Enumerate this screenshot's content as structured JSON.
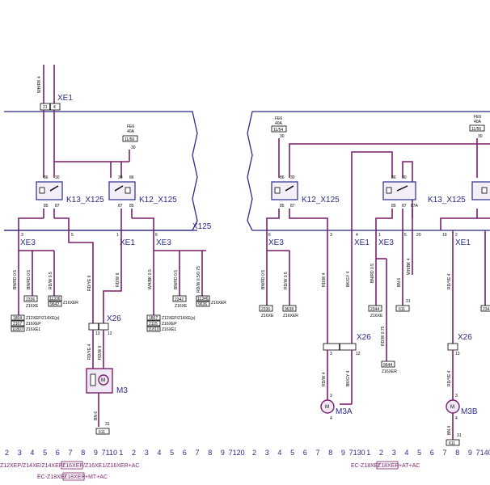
{
  "top_labels": {
    "xe1_top": "XE1",
    "xe1_pin_a": "21",
    "xe1_pin_b": "4",
    "wire_top": "WH/RK 4"
  },
  "left_panel": {
    "connector": "X125",
    "fuse": {
      "name": "FE6",
      "rating": "40A",
      "box": "11/56",
      "pin": "30"
    },
    "relay_a": {
      "name": "K13_X125",
      "pins": [
        "86",
        "30",
        "85",
        "87"
      ]
    },
    "relay_b": {
      "name": "K12_X125",
      "pins": [
        "30",
        "86",
        "87",
        "85"
      ]
    },
    "xe3_left": "XE3",
    "xe1_mid": "XE1",
    "xe3_right": "XE3",
    "pins_row": [
      "3",
      "5",
      "1",
      "6"
    ],
    "wires": [
      "BN/RD 0.5",
      "BN/RD 0.5",
      "RD/W 0.5",
      "RD/YE 6",
      "RD/W 6",
      "WH/BK 0.5",
      "BN/RD 0.5",
      "RD/W 0.5/0.75"
    ],
    "boxes_left": [
      "1804",
      "2107",
      "11807"
    ],
    "boxes_left_labels": [
      "Z12XEP/Z14XE(p)",
      "Z16XEP",
      "Z16XE1"
    ],
    "box_2336": "2336",
    "box_2336_lbl": "Z16XE",
    "box_11336": "11336",
    "box_9642": "9642",
    "box_11336_lbl": "Z16XER",
    "x26": "X26",
    "x26_pins": [
      "13",
      "12"
    ],
    "wire_m": [
      "RD/YE 4",
      "RD/W 6"
    ],
    "motor": "M3",
    "wire_bn": "BN 6",
    "ground_num": "31",
    "ground_box": "611",
    "boxes_right": [
      "1807",
      "2115",
      "11810"
    ],
    "boxes_right_labels": [
      "Z12XEP/Z14XE(p)",
      "Z16XEP",
      "Z16XE1"
    ],
    "box_2342": "2342",
    "box_2342_lbl": "Z16XE",
    "box_11346": "11346",
    "box_9636": "9636",
    "box_11346_lbl": "Z16XER"
  },
  "right_panel": {
    "fuse_a": {
      "name": "FE6",
      "rating": "40A",
      "box": "11/54",
      "pin": "30"
    },
    "fuse_b": {
      "name": "FE6",
      "rating": "40A",
      "box": "11/56",
      "pin": "30"
    },
    "relay_a": {
      "name": "K12_X125",
      "pins": [
        "86",
        "30",
        "85",
        "87"
      ]
    },
    "relay_b": {
      "name": "K13_X125",
      "pins": [
        "86",
        "30",
        "85",
        "87",
        "87A"
      ]
    },
    "xe3_a": "XE3",
    "xe1_b": "XE1",
    "xe3_c": "XE3",
    "xe1_d": "XE1",
    "pins_row": [
      "6",
      "3",
      "4",
      "1",
      "5",
      "20",
      "19",
      "2"
    ],
    "wires": [
      "BN/RD 0.5",
      "RD/W 0.5",
      "RD/W 4",
      "BK/GY 4",
      "BN/RD 0.5",
      "BN 6",
      "WH/BK 4",
      "RD/YE 4"
    ],
    "box_2336": "2336",
    "box_2336_lbl": "Z16XE",
    "box_9638": "9638",
    "box_9638_lbl": "Z16XER",
    "box_2344": "2344",
    "box_2344_lbl": "Z16XE",
    "box_611a": "611",
    "ground_31a": "31",
    "x26_a": "X26",
    "x26_a_pins": [
      "3",
      "12"
    ],
    "x26_b": "X26",
    "x26_b_pin": "13",
    "wire_rdw": "RD/W 0.75",
    "box_9644": "9644",
    "box_9644_lbl": "Z16XER",
    "motor_a": "M3A",
    "motor_b": "M3B",
    "motor_pins": [
      "3",
      "4"
    ],
    "wire_m3a": [
      "RD/W 4",
      "BK/GY 4"
    ],
    "wire_m3b": "RD/YE 4",
    "wire_bn_b": "BN 4",
    "ground_31b": "31",
    "box_611b": "611",
    "box_234": "234"
  },
  "ruler": {
    "left": [
      "2",
      "3",
      "4",
      "5",
      "6",
      "7",
      "8",
      "9",
      "7110",
      "1",
      "2",
      "3",
      "4",
      "5",
      "6",
      "7",
      "8",
      "9",
      "7120"
    ],
    "right": [
      "2",
      "3",
      "4",
      "5",
      "6",
      "7",
      "8",
      "9",
      "7130",
      "1",
      "2",
      "3",
      "4",
      "5",
      "6",
      "7",
      "8",
      "9",
      "7140"
    ]
  },
  "footer": {
    "left_line1_pre": "Z12XEP/Z14XE/Z14XEP/",
    "left_line1_box": "Z16XEP",
    "left_line1_post": "/Z16XE1/Z16XER+AC",
    "left_line2_pre": "EC-Z18XE/",
    "left_line2_box": "Z18XER",
    "left_line2_post": "+MT+AC",
    "right_line_pre": "EC-Z18XE/",
    "right_line_box": "Z18XER",
    "right_line_post": "+AT+AC"
  }
}
